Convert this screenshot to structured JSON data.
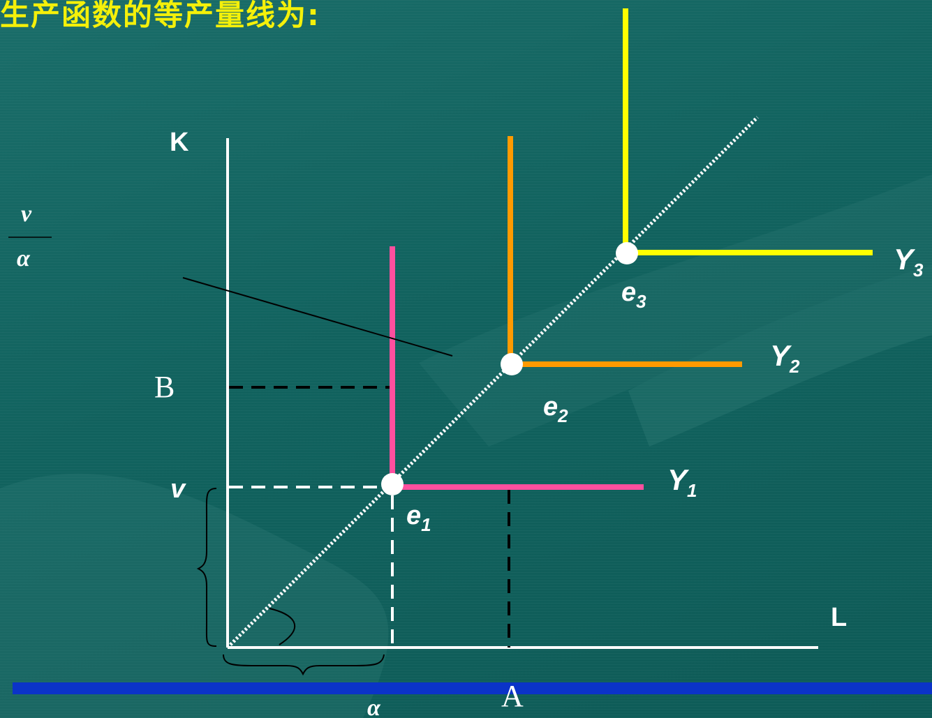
{
  "title": "生产函数的等产量线为:",
  "labels": {
    "k_axis": "K",
    "l_axis": "L",
    "b_point": "B",
    "a_point": "A",
    "v_level": "v",
    "fraction_num": "v",
    "fraction_den": "α",
    "alpha_brace": "α"
  },
  "isoquants": [
    {
      "name": "Y",
      "sub": "1",
      "point": "e",
      "point_sub": "1",
      "color": "#ff4f9e"
    },
    {
      "name": "Y",
      "sub": "2",
      "point": "e",
      "point_sub": "2",
      "color": "#ff9a00"
    },
    {
      "name": "Y",
      "sub": "3",
      "point": "e",
      "point_sub": "3",
      "color": "#ffff00"
    }
  ],
  "colors": {
    "background": "#11635f",
    "title": "#f4f00a",
    "bottom_bar": "#0b33c8",
    "axes": "#ffffff"
  }
}
